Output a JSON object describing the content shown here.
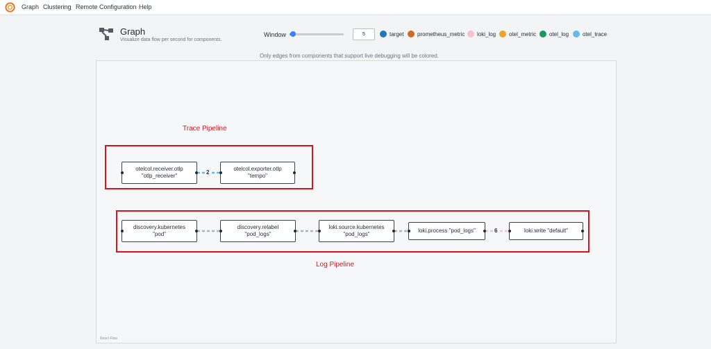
{
  "nav": {
    "items": [
      {
        "label": "Graph"
      },
      {
        "label": "Clustering"
      },
      {
        "label": "Remote Configuration"
      },
      {
        "label": "Help"
      }
    ],
    "logo_icon": "grafana-alloy-logo-icon"
  },
  "header": {
    "title": "Graph",
    "subtitle": "Visualize data flow per second for components.",
    "icon": "graph-icon"
  },
  "window": {
    "label": "Window",
    "value": "5",
    "slider_fraction": 0.06
  },
  "legend": [
    {
      "label": "target",
      "color": "#1f77b4"
    },
    {
      "label": "prometheus_metric",
      "color": "#d2691e"
    },
    {
      "label": "loki_log",
      "color": "#f4c2c8"
    },
    {
      "label": "otel_metric",
      "color": "#f0a32a"
    },
    {
      "label": "otel_log",
      "color": "#1a9a5c"
    },
    {
      "label": "otel_trace",
      "color": "#66b8f0"
    }
  ],
  "notice": "Only edges from components that support live debugging will be colored.",
  "canvas": {
    "attribution": "React Flow"
  },
  "annotations": {
    "trace_label": "Trace Pipeline",
    "log_label": "Log Pipeline"
  },
  "trace_nodes": [
    {
      "line1": "otelcol.receiver.otlp",
      "line2": "\"otlp_receiver\""
    },
    {
      "line1": "otelcol.exporter.otlp",
      "line2": "\"tempo\""
    }
  ],
  "trace_edges": [
    {
      "label": "2",
      "color": "#66b8f0"
    }
  ],
  "log_nodes": [
    {
      "line1": "discovery.kubernetes",
      "line2": "\"pod\""
    },
    {
      "line1": "discovery.relabel",
      "line2": "\"pod_logs\""
    },
    {
      "line1": "loki.source.kubernetes",
      "line2": "\"pod_logs\""
    },
    {
      "line1": "loki.process \"pod_logs\"",
      "line2": ""
    },
    {
      "line1": "loki.write \"default\"",
      "line2": ""
    }
  ],
  "log_edges": [
    {
      "label": "",
      "color": "#b0b4b9"
    },
    {
      "label": "",
      "color": "#b0b4b9"
    },
    {
      "label": "",
      "color": "#b0b4b9"
    },
    {
      "label": "6",
      "color": "#f4c2c8"
    }
  ]
}
